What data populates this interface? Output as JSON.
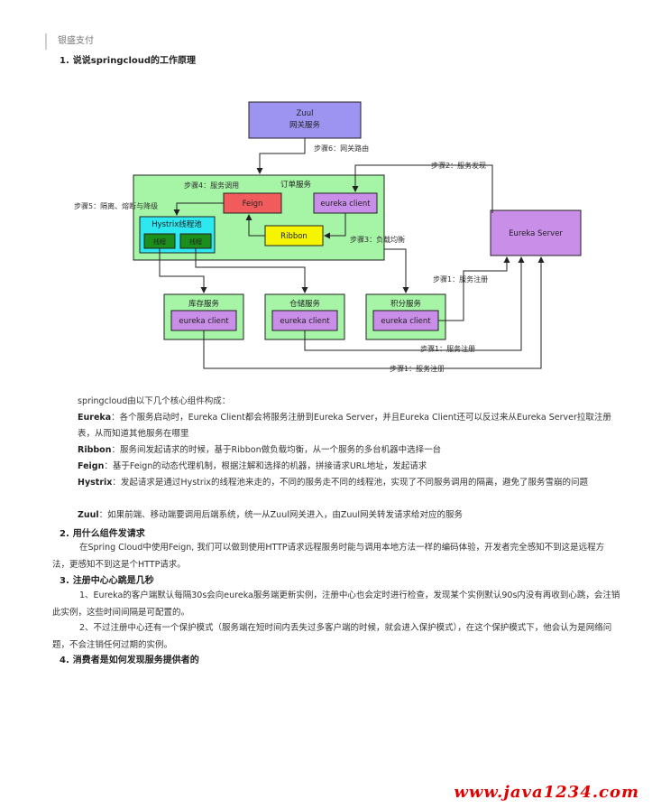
{
  "breadcrumb": "银盛支付",
  "sections": [
    {
      "num": "1.",
      "title": "说说springcloud的工作原理"
    },
    {
      "num": "2.",
      "title": "用什么组件发请求"
    },
    {
      "num": "3.",
      "title": "注册中心心跳是几秒"
    },
    {
      "num": "4.",
      "title": "消费者是如何发现服务提供者的"
    }
  ],
  "diagram": {
    "zuul_line1": "Zuul",
    "zuul_line2": "网关服务",
    "order_service": "订单服务",
    "feign": "Feign",
    "eureka_client": "eureka client",
    "hystrix_pool": "Hystrix线程池",
    "thread1": "线程",
    "thread2": "线程",
    "ribbon": "Ribbon",
    "eureka_server": "Eureka Server",
    "inventory": "库存服务",
    "warehouse": "仓储服务",
    "points": "积分服务",
    "step1": "步骤1：服务注册",
    "step2": "步骤2：服务发现",
    "step3": "步骤3：负载均衡",
    "step4": "步骤4：服务调用",
    "step5": "步骤5：隔离、熔断与降级",
    "step6": "步骤6：网关路由"
  },
  "intro": "springcloud由以下几个核心组件构成：",
  "components": [
    {
      "name": "Eureka",
      "desc": "：各个服务启动时，Eureka Client都会将服务注册到Eureka Server，并且Eureka Client还可以反过来从Eureka Server拉取注册表，从而知道其他服务在哪里"
    },
    {
      "name": "Ribbon",
      "desc": "：服务间发起请求的时候，基于Ribbon做负载均衡，从一个服务的多台机器中选择一台"
    },
    {
      "name": "Feign",
      "desc": "：基于Feign的动态代理机制，根据注解和选择的机器，拼接请求URL地址，发起请求"
    },
    {
      "name": "Hystrix",
      "desc": "：发起请求是通过Hystrix的线程池来走的，不同的服务走不同的线程池，实现了不同服务调用的隔离，避免了服务雪崩的问题"
    },
    {
      "name": "Zuul",
      "desc": "：如果前端、移动端要调用后端系统，统一从Zuul网关进入，由Zuul网关转发请求给对应的服务"
    }
  ],
  "answer2": "在Spring Cloud中使用Feign, 我们可以做到使用HTTP请求远程服务时能与调用本地方法一样的编码体验，开发者完全感知不到这是远程方法，更感知不到这是个HTTP请求。",
  "answer3_p1": "1、Eureka的客户端默认每隔30s会向eureka服务端更新实例，注册中心也会定时进行检查，发现某个实例默认90s内没有再收到心跳，会注销此实例，这些时间间隔是可配置的。",
  "answer3_p2": "2、不过注册中心还有一个保护模式（服务端在短时间内丢失过多客户端的时候，就会进入保护模式），在这个保护模式下，他会认为是网络问题，不会注销任何过期的实例。",
  "watermark": "www.java1234.com"
}
